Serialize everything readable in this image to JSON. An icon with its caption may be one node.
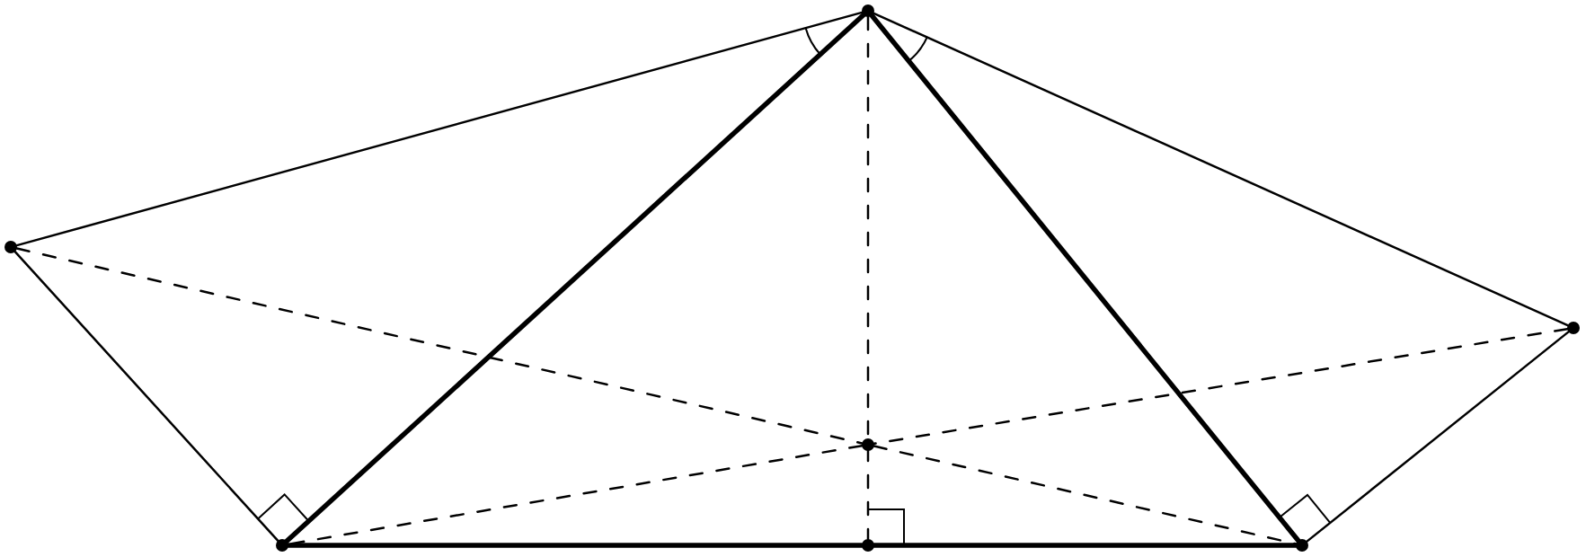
{
  "diagram": {
    "nodes": [
      {
        "text": [],
        "shape": "circle"
      },
      {
        "text": [],
        "shape": "circle"
      },
      {
        "text": [],
        "shape": "circle"
      },
      {
        "text": [],
        "shape": "circle"
      },
      {
        "text": [],
        "shape": "circle"
      },
      {
        "text": [],
        "shape": "circle"
      },
      {
        "text": [],
        "shape": "circle"
      }
    ],
    "edges": [
      {
        "from": 0,
        "to": 1,
        "arrow": "none"
      },
      {
        "from": 0,
        "to": 4,
        "arrow": "none",
        "style": "thick"
      },
      {
        "from": 0,
        "to": 2,
        "arrow": "none"
      },
      {
        "from": 0,
        "to": 6,
        "arrow": "none",
        "style": "thick"
      },
      {
        "from": 0,
        "to": 5,
        "arrow": "none",
        "style": "dashed"
      },
      {
        "from": 1,
        "to": 4,
        "arrow": "none"
      },
      {
        "from": 2,
        "to": 6,
        "arrow": "none"
      },
      {
        "from": 4,
        "to": 5,
        "arrow": "none",
        "style": "thick"
      },
      {
        "from": 5,
        "to": 6,
        "arrow": "none",
        "style": "thick"
      },
      {
        "from": 1,
        "to": 3,
        "arrow": "none",
        "style": "dashed"
      },
      {
        "from": 3,
        "to": 6,
        "arrow": "none",
        "style": "dashed"
      },
      {
        "from": 2,
        "to": 3,
        "arrow": "none",
        "style": "dashed"
      },
      {
        "from": 3,
        "to": 4,
        "arrow": "none",
        "style": "dashed"
      }
    ]
  }
}
